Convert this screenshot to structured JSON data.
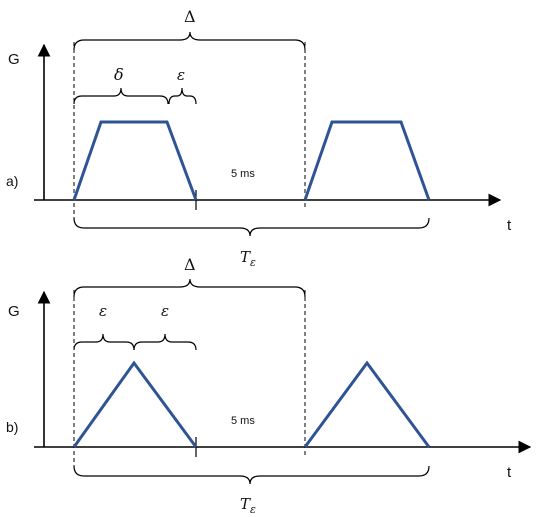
{
  "diagram": {
    "panel_a": {
      "panel_label": "a)",
      "y_axis_label": "G",
      "x_axis_label": "t",
      "top_brace_label": "Δ",
      "delta_brace_label": "δ",
      "epsilon_brace_label": "ε",
      "gap_label": "5 ms",
      "bottom_brace_label_main": "T",
      "bottom_brace_label_sub": "ε"
    },
    "panel_b": {
      "panel_label": "b)",
      "y_axis_label": "G",
      "x_axis_label": "t",
      "top_brace_label": "Δ",
      "left_epsilon_label": "ε",
      "right_epsilon_label": "ε",
      "gap_label": "5 ms",
      "bottom_brace_label_main": "T",
      "bottom_brace_label_sub": "ε"
    },
    "colors": {
      "pulse": "#2f5496",
      "axis": "#000000"
    }
  }
}
